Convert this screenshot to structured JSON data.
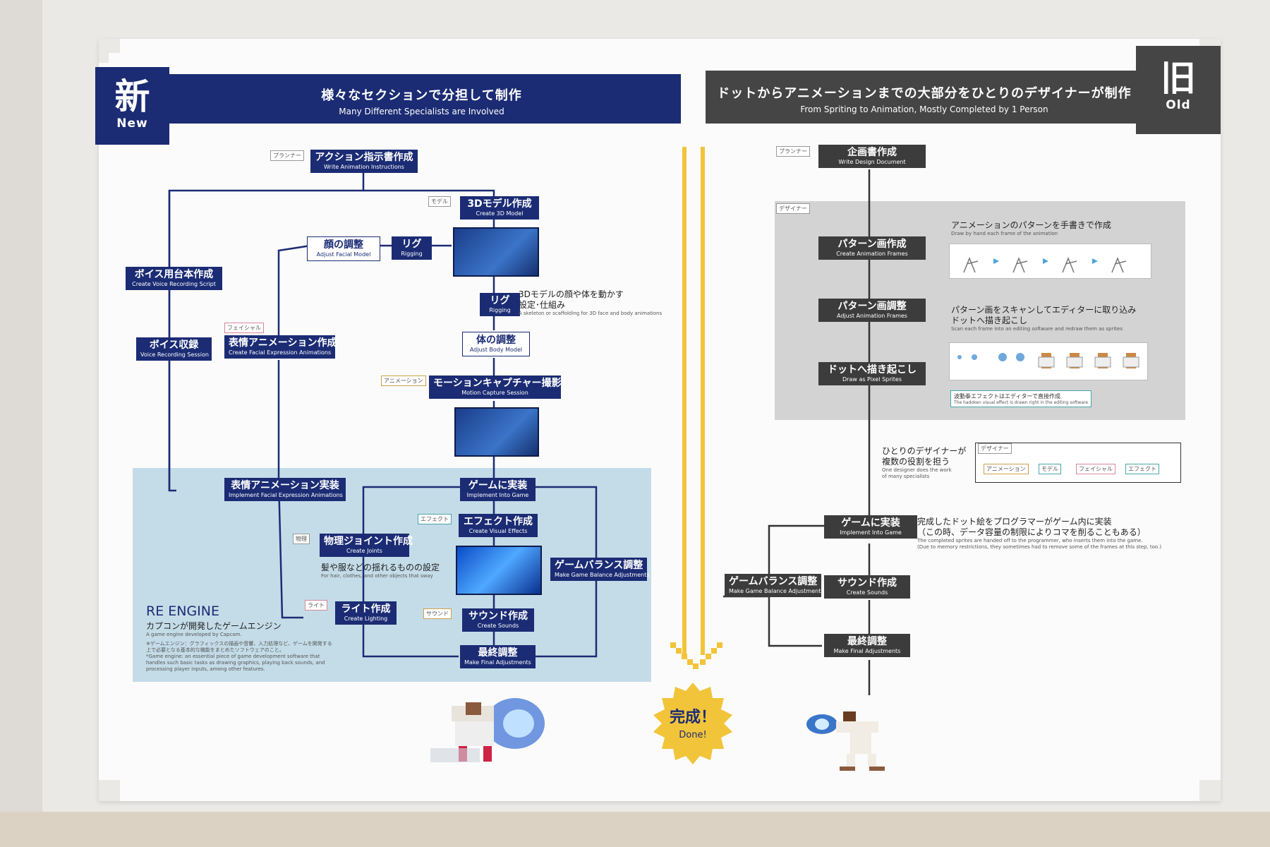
{
  "new_section": {
    "badge_kanji": "新",
    "badge_label": "New",
    "title_jp": "様々なセクションで分担して制作",
    "title_en": "Many Different Specialists are Involved"
  },
  "old_section": {
    "badge_kanji": "旧",
    "badge_label": "Old",
    "title_jp": "ドットからアニメーションまでの大部分をひとりのデザイナーが制作",
    "title_en": "From Spriting to Animation, Mostly Completed by 1 Person"
  },
  "new_steps": [
    {
      "jp": "アクション指示書作成",
      "en": "Write Animation Instructions"
    },
    {
      "jp": "3Dモデル作成",
      "en": "Create 3D Model"
    },
    {
      "jp": "顔の調整",
      "en": "Adjust Facial Model"
    },
    {
      "jp": "リグ",
      "en": "Rigging"
    },
    {
      "jp": "ボイス用台本作成",
      "en": "Create Voice Recording Script"
    },
    {
      "jp": "リグ",
      "en": "Rigging"
    },
    {
      "jp": "体の調整",
      "en": "Adjust Body Model"
    },
    {
      "jp": "ボイス収録",
      "en": "Voice Recording Session"
    },
    {
      "jp": "表情アニメーション作成",
      "en": "Create Facial Expression Animations"
    },
    {
      "jp": "モーションキャプチャー撮影",
      "en": "Motion Capture Session"
    },
    {
      "jp": "表情アニメーション実装",
      "en": "Implement Facial Expression Animations"
    },
    {
      "jp": "ゲームに実装",
      "en": "Implement Into Game"
    },
    {
      "jp": "エフェクト作成",
      "en": "Create Visual Effects"
    },
    {
      "jp": "物理ジョイント作成",
      "en": "Create Joints"
    },
    {
      "jp": "ゲームバランス調整",
      "en": "Make Game Balance Adjustments"
    },
    {
      "jp": "ライト作成",
      "en": "Create Lighting"
    },
    {
      "jp": "サウンド作成",
      "en": "Create Sounds"
    },
    {
      "jp": "最終調整",
      "en": "Make Final Adjustments"
    }
  ],
  "new_tags": {
    "planner": "プランナー",
    "modeler": "モデル",
    "facial": "フェイシャル",
    "animation": "アニメーション",
    "effect": "エフェクト",
    "physics": "物理",
    "lighting": "ライト",
    "sound": "サウンド"
  },
  "new_notes": {
    "rig_jp_1": "3Dモデルの顔や体を動かす",
    "rig_jp_2": "設定･仕組み",
    "rig_en": "A skeleton or scaffolding for 3D face and body animations",
    "joints_jp": "髪や服などの揺れるものの設定",
    "joints_en": "For hair, clothes, and other objects that sway",
    "engine_title": "RE ENGINE",
    "engine_jp": "カプコンが開発したゲームエンジン",
    "engine_en": "A game engine developed by Capcom.",
    "engine_desc_jp": "※ゲームエンジン：グラフィックスの描画や音響、入力処理など、ゲームを開発する上で必要となる基本的な機能をまとめたソフトウェアのこと。",
    "engine_desc_en": "*Game engine: an essential piece of game development software that handles such basic tasks as drawing graphics, playing back sounds, and processing player inputs, among other features."
  },
  "old_steps": [
    {
      "jp": "企画書作成",
      "en": "Write Design Document"
    },
    {
      "jp": "パターン画作成",
      "en": "Create Animation Frames"
    },
    {
      "jp": "パターン画調整",
      "en": "Adjust Animation Frames"
    },
    {
      "jp": "ドットへ描き起こし",
      "en": "Draw as Pixel Sprites"
    },
    {
      "jp": "ゲームに実装",
      "en": "Implement Into Game"
    },
    {
      "jp": "ゲームバランス調整",
      "en": "Make Game Balance Adjustments"
    },
    {
      "jp": "サウンド作成",
      "en": "Create Sounds"
    },
    {
      "jp": "最終調整",
      "en": "Make Final Adjustments"
    }
  ],
  "old_tags": {
    "planner": "プランナー",
    "designer": "デザイナー",
    "designer2": "デザイナー",
    "animation": "アニメーション",
    "modeler": "モデル",
    "facial": "フェイシャル",
    "effect": "エフェクト"
  },
  "old_notes": {
    "frames_jp": "アニメーションのパターンを手書きで作成",
    "frames_en": "Draw by hand each frame of the animation",
    "scan_jp_1": "パターン画をスキャンしてエディターに取り込み",
    "scan_jp_2": "ドットへ描き起こし",
    "scan_en": "Scan each frame into an editing software and redraw them as sprites",
    "effect_jp": "波動拳エフェクトはエディターで直接作成",
    "effect_en": "The hadoken visual effect is drawn right in the editing software",
    "one_jp_1": "ひとりのデザイナーが",
    "one_jp_2": "複数の役割を担う",
    "one_en_1": "One designer does the work",
    "one_en_2": "of many specialists",
    "impl_jp_1": "完成したドット絵をプログラマーがゲーム内に実装",
    "impl_jp_2": "（この時、データ容量の制限によりコマを削ることもある）",
    "impl_en_1": "The completed sprites are handed off to the programmer, who inserts them into the game.",
    "impl_en_2": "(Due to memory restrictions, they sometimes had to remove some of the frames at this step, too.)"
  },
  "done": {
    "jp": "完成！",
    "en": "Done!"
  },
  "colors": {
    "new": "#1b2c74",
    "old": "#3c3c3c",
    "arrow": "#f2c43a",
    "engine_bg": "#c4dce8"
  }
}
